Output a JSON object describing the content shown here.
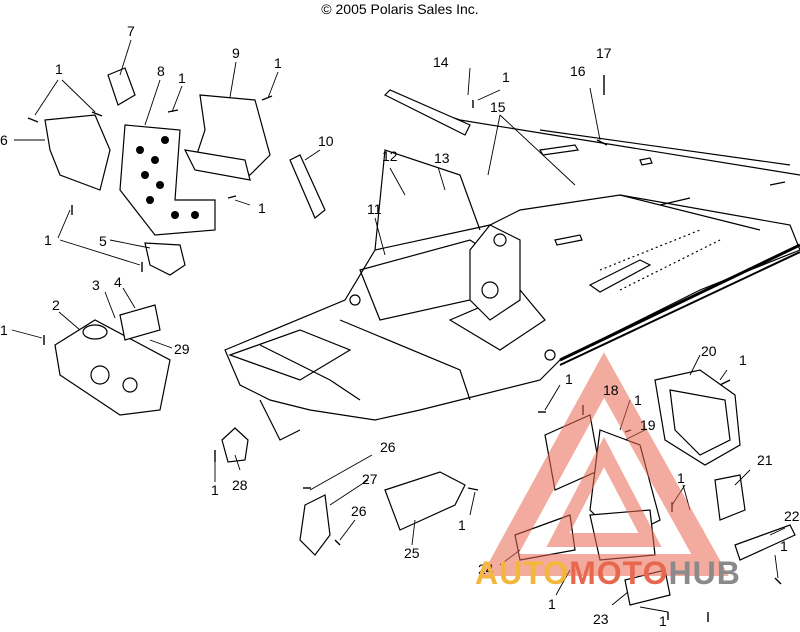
{
  "copyright": "© 2005 Polaris Sales Inc.",
  "watermark": {
    "part1": "AUTO",
    "part2": "MOTO",
    "part3": "HUB",
    "colors": {
      "auto": "#f5b73b",
      "moto": "#e8684f",
      "hub": "#8a8a8a",
      "triangle": "#e8684f"
    }
  },
  "callouts": {
    "c1a": "1",
    "c1b": "1",
    "c1c": "1",
    "c1d": "1",
    "c1e": "1",
    "c1f": "1",
    "c1g": "1",
    "c1h": "1",
    "c1i": "1",
    "c1j": "1",
    "c1k": "1",
    "c1l": "1",
    "c1m": "1",
    "c1n": "1",
    "c1o": "1",
    "c1p": "1",
    "c2": "2",
    "c3": "3",
    "c4": "4",
    "c5": "5",
    "c6": "6",
    "c7": "7",
    "c8": "8",
    "c9": "9",
    "c10": "10",
    "c11": "11",
    "c12": "12",
    "c13": "13",
    "c14": "14",
    "c15": "15",
    "c16": "16",
    "c17": "17",
    "c18": "18",
    "c19": "19",
    "c20": "20",
    "c21": "21",
    "c22": "22",
    "c23": "23",
    "c24": "24",
    "c25": "25",
    "c26a": "26",
    "c26b": "26",
    "c27": "27",
    "c28": "28",
    "c29": "29"
  }
}
